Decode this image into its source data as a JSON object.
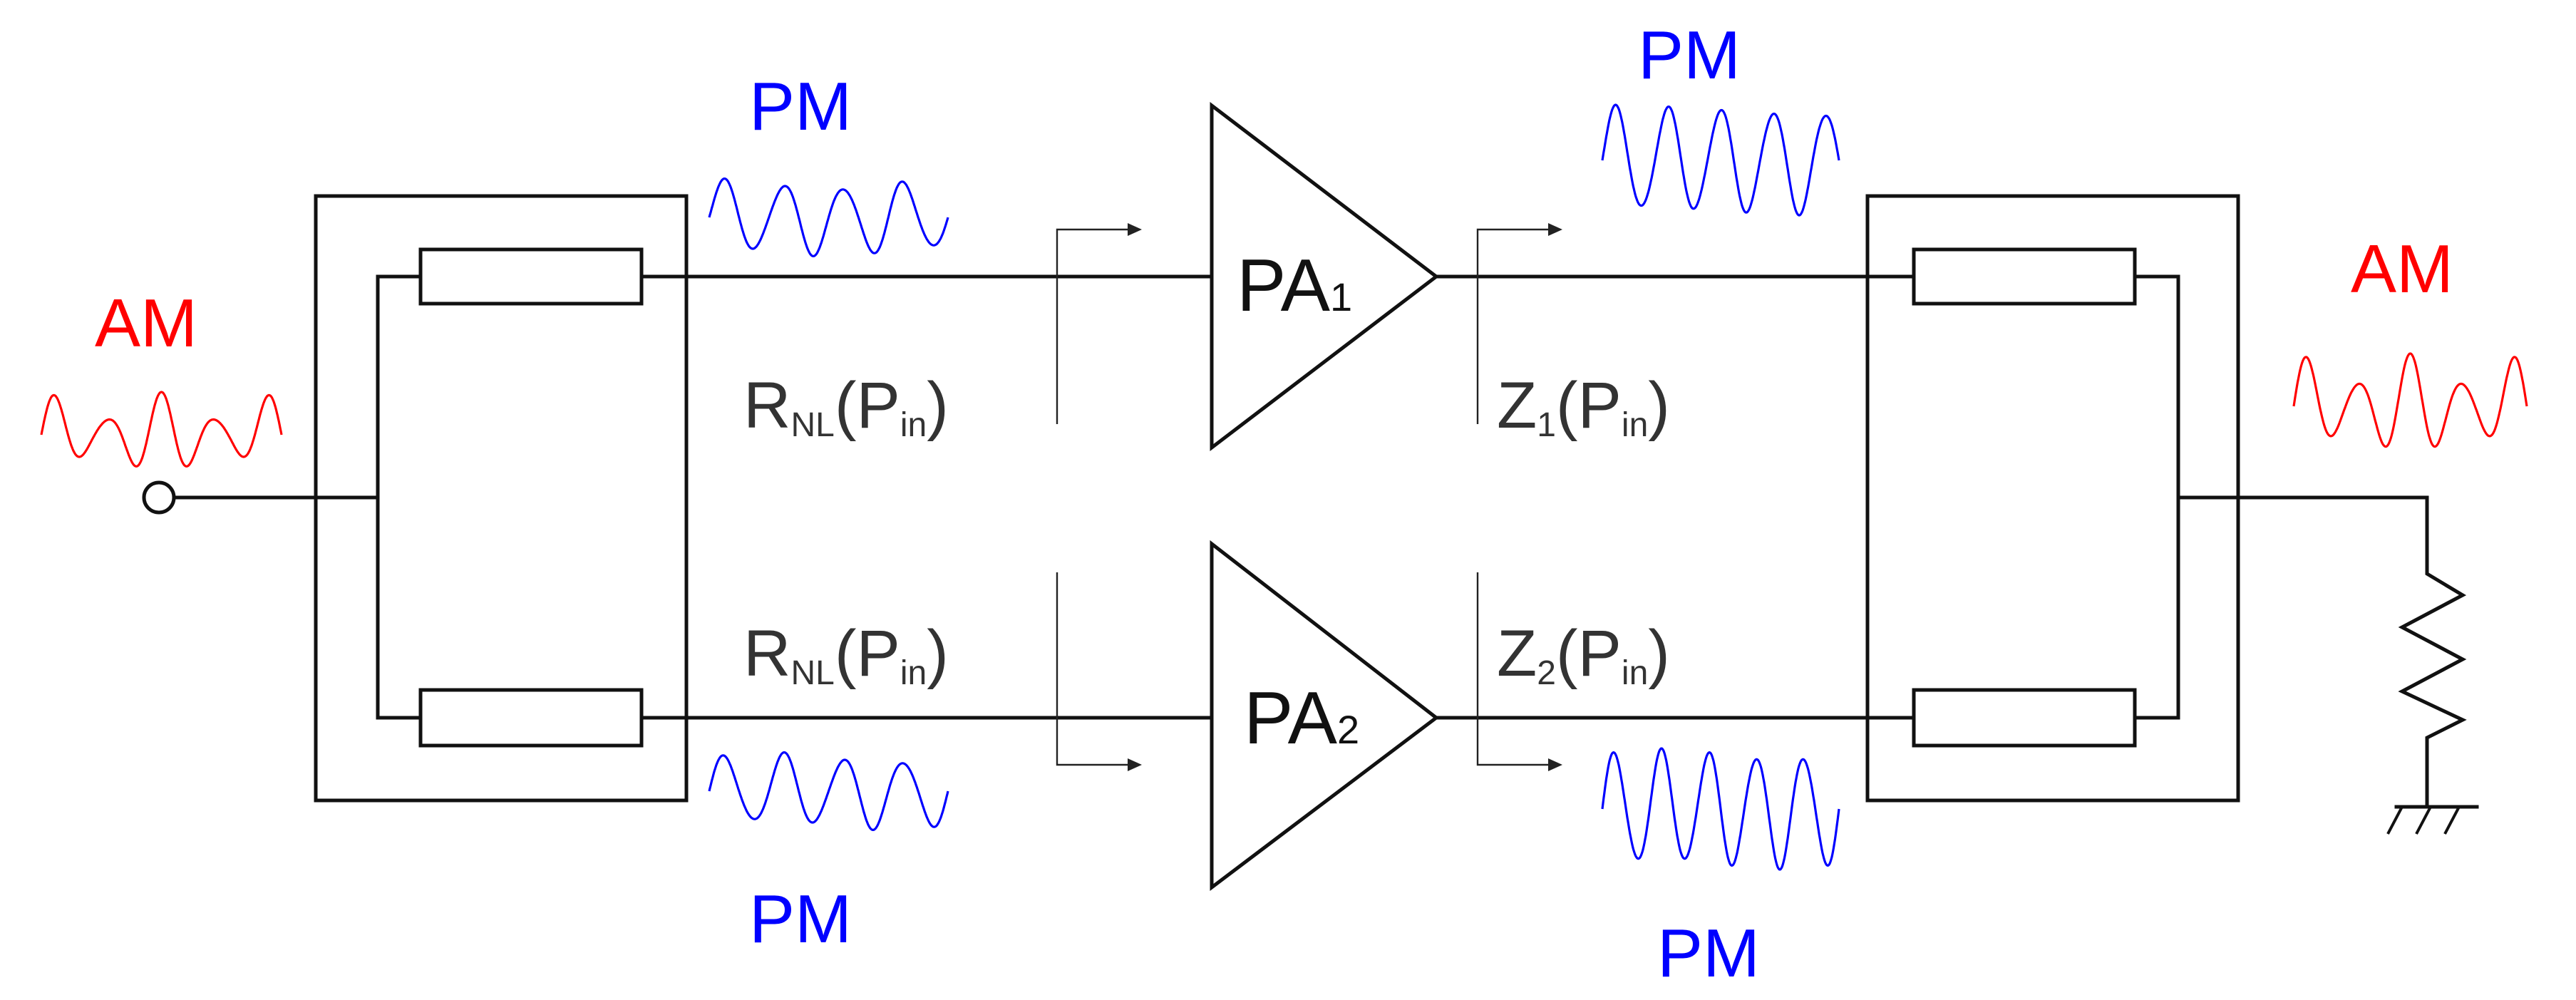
{
  "labels": {
    "am_input": "AM",
    "am_output": "AM",
    "pm_upper_input": "PM",
    "pm_lower_input": "PM",
    "pm_upper_output": "PM",
    "pm_lower_output": "PM",
    "pa1": {
      "main": "PA",
      "sub": "1"
    },
    "pa2": {
      "main": "PA",
      "sub": "2"
    },
    "rnl_upper": {
      "sym": "R",
      "sub": "NL",
      "open": "(",
      "p": "P",
      "psub": "in",
      "close": ")"
    },
    "rnl_lower": {
      "sym": "R",
      "sub": "NL",
      "open": "(",
      "p": "P",
      "psub": "in",
      "close": ")"
    },
    "z1": {
      "sym": "Z",
      "sub": "1",
      "open": "(",
      "p": "P",
      "psub": "in",
      "close": ")"
    },
    "z2": {
      "sym": "Z",
      "sub": "2",
      "open": "(",
      "p": "P",
      "psub": "in",
      "close": ")"
    }
  },
  "colors": {
    "am": "#ff0000",
    "pm": "#0000ff",
    "circuit": "#111111",
    "impedance_text": "#333333"
  }
}
